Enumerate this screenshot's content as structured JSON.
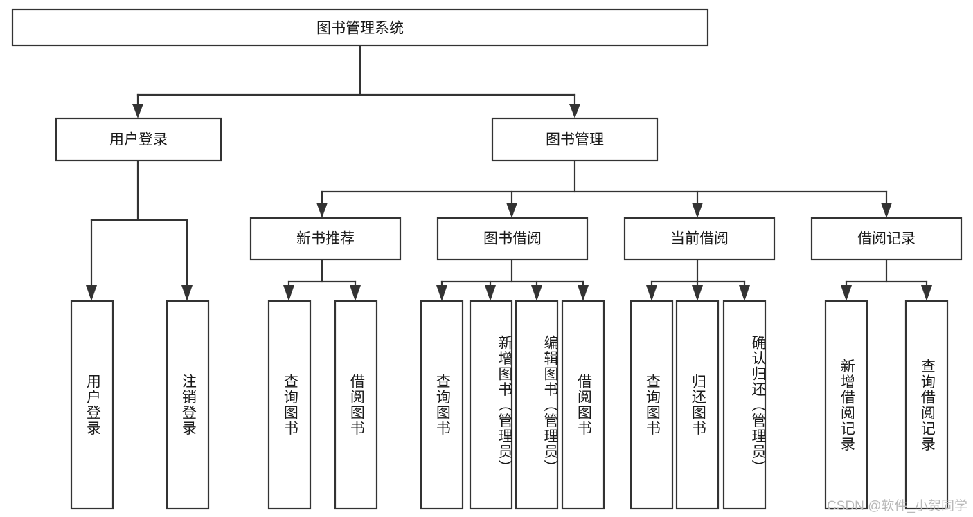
{
  "diagram": {
    "title": "图书管理系统",
    "type": "tree",
    "orientation": "top-down",
    "colors": {
      "background": "#ffffff",
      "box_fill": "#ffffff",
      "box_stroke": "#333333",
      "connector": "#333333",
      "text": "#1a1a1a",
      "watermark": "#b9b9b9"
    },
    "root": {
      "id": "root",
      "label": "图书管理系统",
      "orientation": "horizontal"
    },
    "level2": [
      {
        "id": "user-login",
        "label": "用户登录",
        "orientation": "horizontal"
      },
      {
        "id": "book-management",
        "label": "图书管理",
        "orientation": "horizontal"
      }
    ],
    "level3": [
      {
        "id": "new-book-recommend",
        "label": "新书推荐",
        "orientation": "horizontal",
        "parent": "book-management"
      },
      {
        "id": "book-borrow",
        "label": "图书借阅",
        "orientation": "horizontal",
        "parent": "book-management"
      },
      {
        "id": "current-borrow",
        "label": "当前借阅",
        "orientation": "horizontal",
        "parent": "book-management"
      },
      {
        "id": "borrow-record",
        "label": "借阅记录",
        "orientation": "horizontal",
        "parent": "book-management"
      }
    ],
    "leaves": [
      {
        "id": "leaf-user-login",
        "label": "用户登录",
        "orientation": "vertical",
        "parent": "user-login"
      },
      {
        "id": "leaf-logout-login",
        "label": "注销登录",
        "orientation": "vertical",
        "parent": "user-login"
      },
      {
        "id": "leaf-query-book-1",
        "label": "查询图书",
        "orientation": "vertical",
        "parent": "new-book-recommend"
      },
      {
        "id": "leaf-borrow-book-1",
        "label": "借阅图书",
        "orientation": "vertical",
        "parent": "new-book-recommend"
      },
      {
        "id": "leaf-query-book-2",
        "label": "查询图书",
        "orientation": "vertical",
        "parent": "book-borrow"
      },
      {
        "id": "leaf-add-book",
        "label": "新增图书（管理员）",
        "orientation": "vertical",
        "parent": "book-borrow"
      },
      {
        "id": "leaf-edit-book",
        "label": "编辑图书（管理员）",
        "orientation": "vertical",
        "parent": "book-borrow"
      },
      {
        "id": "leaf-borrow-book-2",
        "label": "借阅图书",
        "orientation": "vertical",
        "parent": "book-borrow"
      },
      {
        "id": "leaf-query-book-3",
        "label": "查询图书",
        "orientation": "vertical",
        "parent": "current-borrow"
      },
      {
        "id": "leaf-return-book",
        "label": "归还图书",
        "orientation": "vertical",
        "parent": "current-borrow"
      },
      {
        "id": "leaf-confirm-return",
        "label": "确认归还（管理员）",
        "orientation": "vertical",
        "parent": "current-borrow"
      },
      {
        "id": "leaf-add-borrow-record",
        "label": "新增借阅记录",
        "orientation": "vertical",
        "parent": "borrow-record"
      },
      {
        "id": "leaf-query-borrow-record",
        "label": "查询借阅记录",
        "orientation": "vertical",
        "parent": "borrow-record"
      }
    ],
    "watermark": "CSDN @软件_小贺同学"
  }
}
